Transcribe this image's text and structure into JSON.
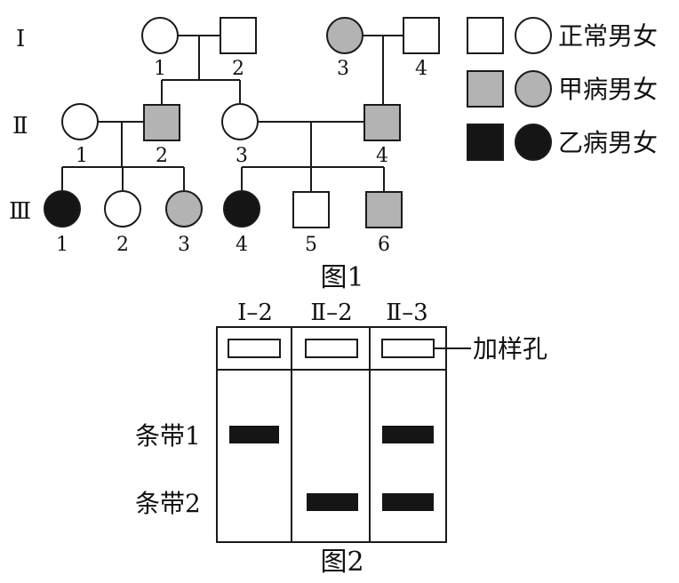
{
  "generations": {
    "I": "Ⅰ",
    "II": "Ⅱ",
    "III": "Ⅲ"
  },
  "individuals": {
    "I_1": {
      "number": "1",
      "sex": "female",
      "status": "normal"
    },
    "I_2": {
      "number": "2",
      "sex": "male",
      "status": "normal"
    },
    "I_3": {
      "number": "3",
      "sex": "female",
      "status": "disease-jia"
    },
    "I_4": {
      "number": "4",
      "sex": "male",
      "status": "normal"
    },
    "II_1": {
      "number": "1",
      "sex": "female",
      "status": "normal"
    },
    "II_2": {
      "number": "2",
      "sex": "male",
      "status": "disease-jia"
    },
    "II_3": {
      "number": "3",
      "sex": "female",
      "status": "normal"
    },
    "II_4": {
      "number": "4",
      "sex": "male",
      "status": "disease-jia"
    },
    "III_1": {
      "number": "1",
      "sex": "female",
      "status": "disease-yi"
    },
    "III_2": {
      "number": "2",
      "sex": "female",
      "status": "normal"
    },
    "III_3": {
      "number": "3",
      "sex": "female",
      "status": "disease-jia"
    },
    "III_4": {
      "number": "4",
      "sex": "female",
      "status": "disease-yi"
    },
    "III_5": {
      "number": "5",
      "sex": "male",
      "status": "normal"
    },
    "III_6": {
      "number": "6",
      "sex": "male",
      "status": "disease-jia"
    }
  },
  "legend": {
    "normal": "正常男女",
    "disease_jia": "甲病男女",
    "disease_yi": "乙病男女"
  },
  "figure1_caption": "图1",
  "gel": {
    "lanes": [
      "Ⅰ–2",
      "Ⅱ–2",
      "Ⅱ–3"
    ],
    "well_label": "加样孔",
    "band1_label": "条带1",
    "band2_label": "条带2",
    "bands": {
      "lane1": {
        "band1": true,
        "band2": false
      },
      "lane2": {
        "band1": false,
        "band2": true
      },
      "lane3": {
        "band1": true,
        "band2": true
      }
    }
  },
  "figure2_caption": "图2",
  "colors": {
    "normal": "#ffffff",
    "disease_jia": "#b3b3b3",
    "disease_yi": "#151515",
    "line": "#1a1a1a"
  }
}
